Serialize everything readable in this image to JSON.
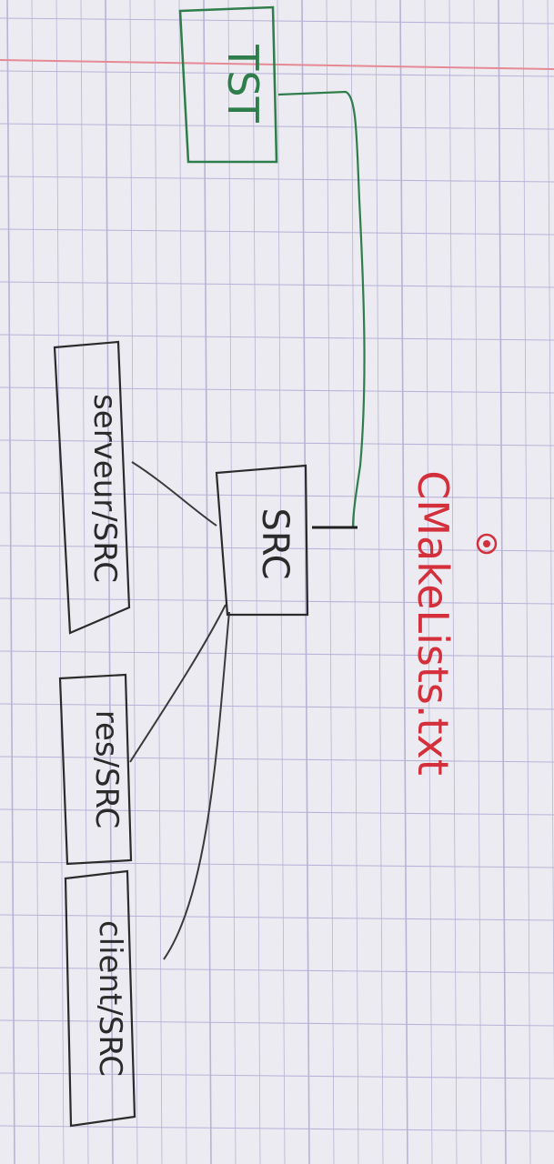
{
  "diagram": {
    "nodes": [
      {
        "id": "tst",
        "label": "TST",
        "color": "#2e7d4a"
      },
      {
        "id": "src",
        "label": "SRC",
        "color": "#2b2b2b"
      },
      {
        "id": "serveur",
        "label": "serveur/SRC",
        "color": "#2b2b2b"
      },
      {
        "id": "res",
        "label": "res/SRC",
        "color": "#2b2b2b"
      },
      {
        "id": "client",
        "label": "client/SRC",
        "color": "#2b2b2b"
      }
    ],
    "annotation": {
      "text": "CMakeLists.txt",
      "color": "#d4303c"
    },
    "edges": [
      {
        "from": "tst",
        "to": "src",
        "color": "#2e7d4a"
      },
      {
        "from": "src",
        "to": "serveur",
        "color": "#3a3a3a"
      },
      {
        "from": "src",
        "to": "res",
        "color": "#3a3a3a"
      },
      {
        "from": "src",
        "to": "client",
        "color": "#3a3a3a"
      }
    ]
  },
  "paper": {
    "background": "#ecebf2",
    "rule_color": "#b7b3d6",
    "margin_color": "#e58a94"
  }
}
